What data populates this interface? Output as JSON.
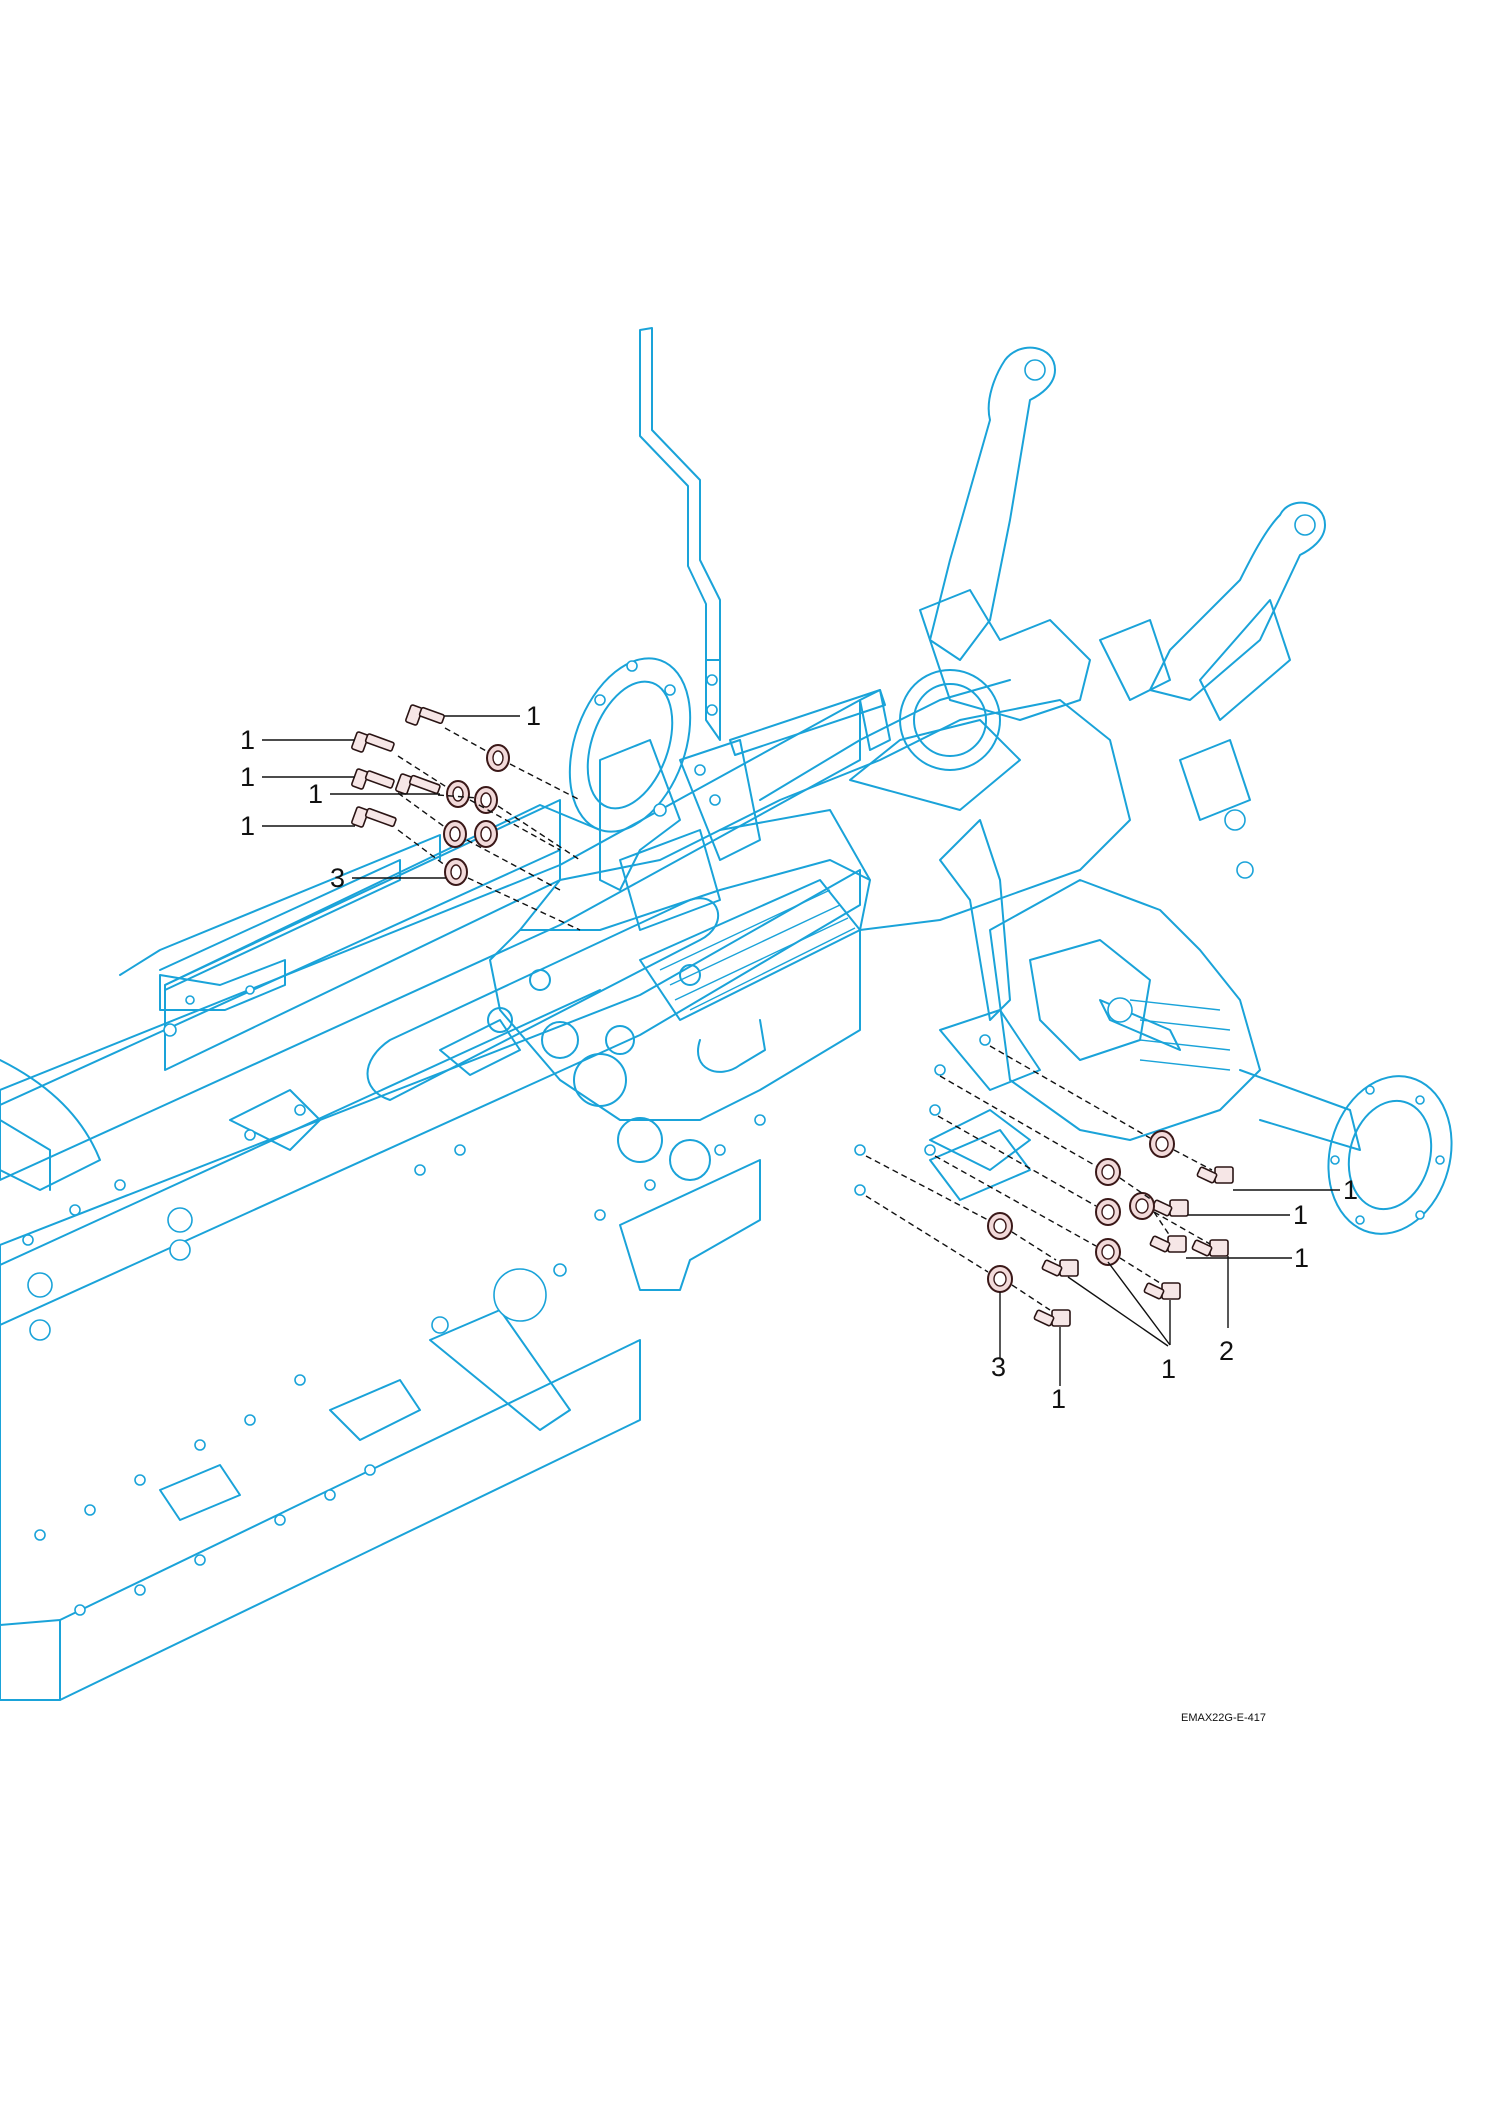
{
  "diagram": {
    "drawing_code": "EMAX22G-E-417",
    "callouts": [
      {
        "id": "c1",
        "label": "1"
      },
      {
        "id": "c2",
        "label": "1"
      },
      {
        "id": "c3",
        "label": "1"
      },
      {
        "id": "c4",
        "label": "1"
      },
      {
        "id": "c5",
        "label": "1"
      },
      {
        "id": "c6",
        "label": "3"
      },
      {
        "id": "c7",
        "label": "1"
      },
      {
        "id": "c8",
        "label": "1"
      },
      {
        "id": "c9",
        "label": "1"
      },
      {
        "id": "c10",
        "label": "2"
      },
      {
        "id": "c11",
        "label": "1"
      },
      {
        "id": "c12",
        "label": "3"
      },
      {
        "id": "c13",
        "label": "1"
      }
    ],
    "colors": {
      "linework": "#1aa3d9",
      "fasteners": "#3a1818",
      "text": "#111111"
    }
  }
}
